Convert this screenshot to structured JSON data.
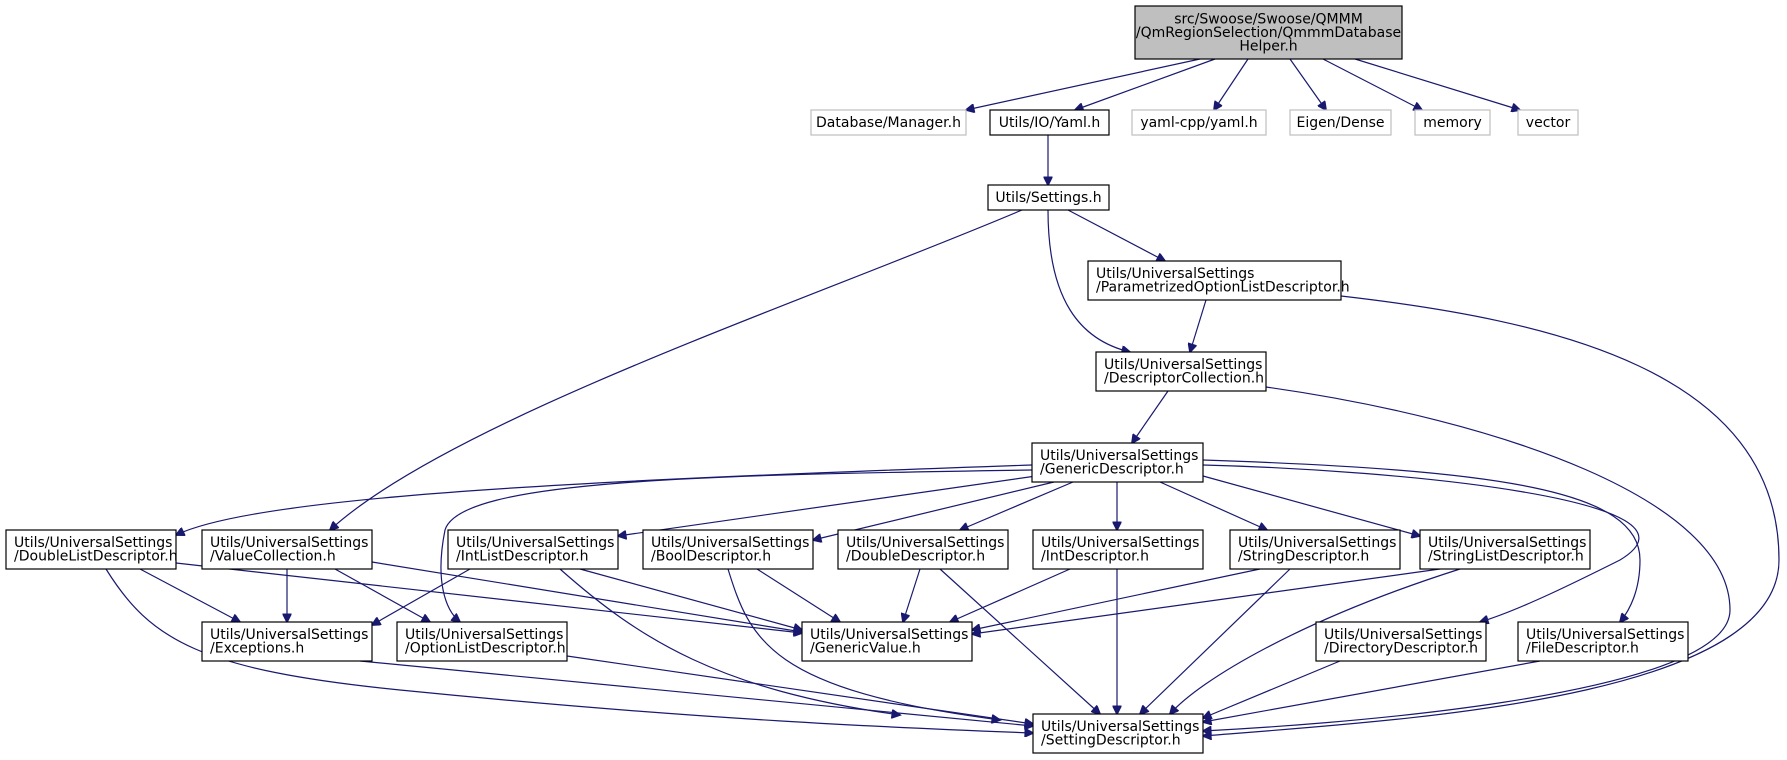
{
  "colors": {
    "edge": "#191970",
    "focus_fill": "#bfbfbf",
    "node_border": "#000000",
    "external_border": "#bfbfbf",
    "background": "#ffffff"
  },
  "nodes": [
    {
      "id": "root",
      "lines": [
        "src/Swoose/Swoose/QMMM",
        "/QmRegionSelection/QmmmDatabase",
        "Helper.h"
      ],
      "kind": "focus"
    },
    {
      "id": "dbmanager",
      "lines": [
        "Database/Manager.h"
      ],
      "kind": "external"
    },
    {
      "id": "yaml",
      "lines": [
        "Utils/IO/Yaml.h"
      ],
      "kind": "internal"
    },
    {
      "id": "yamlcpp",
      "lines": [
        "yaml-cpp/yaml.h"
      ],
      "kind": "external"
    },
    {
      "id": "eigen",
      "lines": [
        "Eigen/Dense"
      ],
      "kind": "external"
    },
    {
      "id": "memory",
      "lines": [
        "memory"
      ],
      "kind": "external"
    },
    {
      "id": "vector",
      "lines": [
        "vector"
      ],
      "kind": "external"
    },
    {
      "id": "settings",
      "lines": [
        "Utils/Settings.h"
      ],
      "kind": "internal"
    },
    {
      "id": "paramopt",
      "lines": [
        "Utils/UniversalSettings",
        "/ParametrizedOptionListDescriptor.h"
      ],
      "kind": "internal"
    },
    {
      "id": "desccoll",
      "lines": [
        "Utils/UniversalSettings",
        "/DescriptorCollection.h"
      ],
      "kind": "internal"
    },
    {
      "id": "genericdesc",
      "lines": [
        "Utils/UniversalSettings",
        "/GenericDescriptor.h"
      ],
      "kind": "internal"
    },
    {
      "id": "doublelist",
      "lines": [
        "Utils/UniversalSettings",
        "/DoubleListDescriptor.h"
      ],
      "kind": "internal"
    },
    {
      "id": "valuecoll",
      "lines": [
        "Utils/UniversalSettings",
        "/ValueCollection.h"
      ],
      "kind": "internal"
    },
    {
      "id": "intlist",
      "lines": [
        "Utils/UniversalSettings",
        "/IntListDescriptor.h"
      ],
      "kind": "internal"
    },
    {
      "id": "booldesc",
      "lines": [
        "Utils/UniversalSettings",
        "/BoolDescriptor.h"
      ],
      "kind": "internal"
    },
    {
      "id": "doubledesc",
      "lines": [
        "Utils/UniversalSettings",
        "/DoubleDescriptor.h"
      ],
      "kind": "internal"
    },
    {
      "id": "intdesc",
      "lines": [
        "Utils/UniversalSettings",
        "/IntDescriptor.h"
      ],
      "kind": "internal"
    },
    {
      "id": "stringdesc",
      "lines": [
        "Utils/UniversalSettings",
        "/StringDescriptor.h"
      ],
      "kind": "internal"
    },
    {
      "id": "stringlist",
      "lines": [
        "Utils/UniversalSettings",
        "/StringListDescriptor.h"
      ],
      "kind": "internal"
    },
    {
      "id": "exceptions",
      "lines": [
        "Utils/UniversalSettings",
        "/Exceptions.h"
      ],
      "kind": "internal"
    },
    {
      "id": "optionlist",
      "lines": [
        "Utils/UniversalSettings",
        "/OptionListDescriptor.h"
      ],
      "kind": "internal"
    },
    {
      "id": "genericvalue",
      "lines": [
        "Utils/UniversalSettings",
        "/GenericValue.h"
      ],
      "kind": "internal"
    },
    {
      "id": "dirdesc",
      "lines": [
        "Utils/UniversalSettings",
        "/DirectoryDescriptor.h"
      ],
      "kind": "internal"
    },
    {
      "id": "filedesc",
      "lines": [
        "Utils/UniversalSettings",
        "/FileDescriptor.h"
      ],
      "kind": "internal"
    },
    {
      "id": "settingdesc",
      "lines": [
        "Utils/UniversalSettings",
        "/SettingDescriptor.h"
      ],
      "kind": "internal"
    }
  ],
  "edges": [
    {
      "from": "root",
      "to": "dbmanager"
    },
    {
      "from": "root",
      "to": "yaml"
    },
    {
      "from": "root",
      "to": "yamlcpp"
    },
    {
      "from": "root",
      "to": "eigen"
    },
    {
      "from": "root",
      "to": "memory"
    },
    {
      "from": "root",
      "to": "vector"
    },
    {
      "from": "yaml",
      "to": "settings"
    },
    {
      "from": "settings",
      "to": "valuecoll"
    },
    {
      "from": "settings",
      "to": "desccoll"
    },
    {
      "from": "settings",
      "to": "paramopt"
    },
    {
      "from": "paramopt",
      "to": "desccoll"
    },
    {
      "from": "paramopt",
      "to": "settingdesc"
    },
    {
      "from": "desccoll",
      "to": "genericdesc"
    },
    {
      "from": "desccoll",
      "to": "settingdesc"
    },
    {
      "from": "genericdesc",
      "to": "doublelist"
    },
    {
      "from": "genericdesc",
      "to": "optionlist"
    },
    {
      "from": "genericdesc",
      "to": "intlist"
    },
    {
      "from": "genericdesc",
      "to": "booldesc"
    },
    {
      "from": "genericdesc",
      "to": "doubledesc"
    },
    {
      "from": "genericdesc",
      "to": "intdesc"
    },
    {
      "from": "genericdesc",
      "to": "stringdesc"
    },
    {
      "from": "genericdesc",
      "to": "stringlist"
    },
    {
      "from": "genericdesc",
      "to": "dirdesc"
    },
    {
      "from": "genericdesc",
      "to": "filedesc"
    },
    {
      "from": "doublelist",
      "to": "exceptions"
    },
    {
      "from": "doublelist",
      "to": "genericvalue"
    },
    {
      "from": "doublelist",
      "to": "settingdesc"
    },
    {
      "from": "valuecoll",
      "to": "exceptions"
    },
    {
      "from": "valuecoll",
      "to": "optionlist"
    },
    {
      "from": "valuecoll",
      "to": "genericvalue"
    },
    {
      "from": "intlist",
      "to": "exceptions"
    },
    {
      "from": "intlist",
      "to": "genericvalue"
    },
    {
      "from": "intlist",
      "to": "settingdesc"
    },
    {
      "from": "booldesc",
      "to": "genericvalue"
    },
    {
      "from": "booldesc",
      "to": "settingdesc"
    },
    {
      "from": "doubledesc",
      "to": "genericvalue"
    },
    {
      "from": "doubledesc",
      "to": "settingdesc"
    },
    {
      "from": "intdesc",
      "to": "genericvalue"
    },
    {
      "from": "intdesc",
      "to": "settingdesc"
    },
    {
      "from": "stringdesc",
      "to": "genericvalue"
    },
    {
      "from": "stringdesc",
      "to": "settingdesc"
    },
    {
      "from": "stringlist",
      "to": "genericvalue"
    },
    {
      "from": "stringlist",
      "to": "settingdesc"
    },
    {
      "from": "exceptions",
      "to": "settingdesc"
    },
    {
      "from": "optionlist",
      "to": "settingdesc"
    },
    {
      "from": "dirdesc",
      "to": "settingdesc"
    },
    {
      "from": "filedesc",
      "to": "settingdesc"
    }
  ]
}
